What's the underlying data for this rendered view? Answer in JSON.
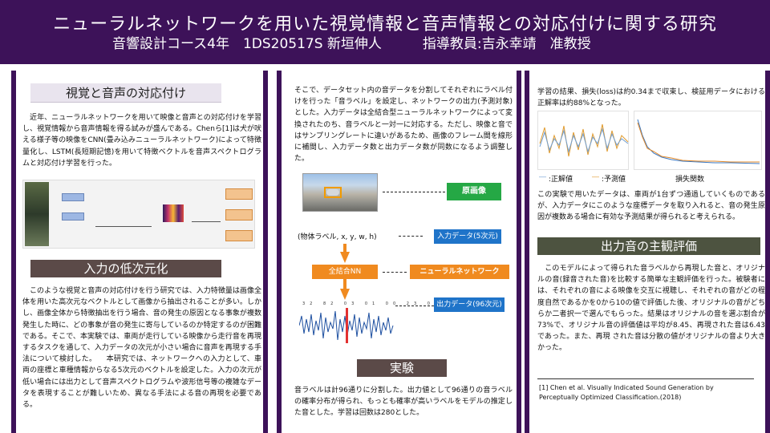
{
  "header": {
    "title": "ニューラルネットワークを用いた視覚情報と音声情報との対応付けに関する研究",
    "subtitle": "音響設計コース4年　1DS20517S 新垣伸人　　　指導教員:吉永幸靖　准教授"
  },
  "col1": {
    "sec1_title": "視覚と音声の対応付け",
    "sec1_text": "　近年、ニューラルネットワークを用いて映像と音声との対応付けを学習し、視覚情報から音声情報を得る試みが盛んである。Chenら[1]は犬が吠える様子等の映像をCNN(畳み込みニューラルネットワーク)によって特徴量化し、LSTM(長短期記憶)を用いて特徴ベクトルを音声スペクトログラムと対応付け学習を行った。",
    "sec2_title": "入力の低次元化",
    "sec2_text": "　このような視覚と音声の対応付けを行う研究では、入力特徴量は画像全体を用いた高次元なベクトルとして画像から抽出されることが多い。しかし、画像全体から特徴抽出を行う場合、音の発生の原因となる事象が複数発生した時に、どの事象が音の発生に寄与しているのか特定するのが困難である。そこで、本実験では、車両が走行している映像から走行音を再現するタスクを通して、入力データの次元が小さい場合に音声を再現する手法について検討した。\n　本研究では、ネットワークへの入力として、車両の座標と車種情報からなる5次元のベクトルを設定した。入力の次元が低い場合には出力として音声スペクトログラムや波形信号等の複雑なデータを表現することが難しいため、異なる手法による音の再現を必要である。"
  },
  "col2": {
    "intro_text": "そこで、データセット内の音データを分割してそれぞれにラベル付けを行った「音ラベル」を設定し、ネットワークの出力(予測対象)とした。入力データは全結合型ニューラルネットワークによって変換されたのち、音ラベルと一対一に対応する。ただし、映像と音ではサンプリングレートに違いがあるため、画像のフレーム間を線形に補間し、入力データ数と出力データ数が同数になるよう調整した。",
    "image_label": "原画像",
    "vector_text": "(物体ラベル, x, y, w, h)",
    "input_label": "入力データ(5次元)",
    "fc_label": "全結合NN",
    "nn_label": "ニューラルネットワーク",
    "output_label": "出力データ(96次元)",
    "tick_labels": "32 82 03 01 00 23 04 56 57 66",
    "sec3_title": "実験",
    "exp_text": "音ラベルは計96通りに分割した。出力値として96通りの音ラベルの確率分布が得られ、もっとも確率が高いラベルをモデルの推定した音とした。学習は回数は280とした。"
  },
  "col3": {
    "result_text": "学習の結果、損失(loss)は約0.34まで収束し、検証用データにおける正解率は約88%となった。",
    "legend_true": ":正解値",
    "legend_pred": ":予測値",
    "legend_loss": "損失関数",
    "result_text2": "この実験で用いたデータは、車両が1台ずつ通過していくものであるが、入力データにこのような座標データを取り入れると、音の発生原因が複数ある場合に有効な予測結果が得られると考えられる。",
    "sec4_title": "出力音の主観評価",
    "eval_text": "　このモデルによって得られた音ラベルから再現した音と、オリジナルの音(録音された音)を比較する簡単な主観評価を行った。被験者には、それぞれの音による映像を交互に視聴し、それぞれの音がどの程度自然であるかを0から10の値で評価した後、オリジナルの音がどちらか二者択一で選んでもらった。結果はオリジナルの音を選ぶ割合が73%で、オリジナル音の評価値は平均が8.45、再現された音は6.43であった。また、再現 された音は分散の値がオリジナルの音より大きかった。",
    "reference": "[1] Chen et al. Visually Indicated Sound Generation by Perceptually Optimized Classification.(2018)"
  },
  "colors": {
    "header_bg": "#3d1259",
    "light_head": "#e9e4ee",
    "dark_head": "#5b4a48",
    "olive_head": "#4d5340",
    "green": "#25a845",
    "blue": "#1f74c9",
    "orange": "#f08a1f"
  }
}
